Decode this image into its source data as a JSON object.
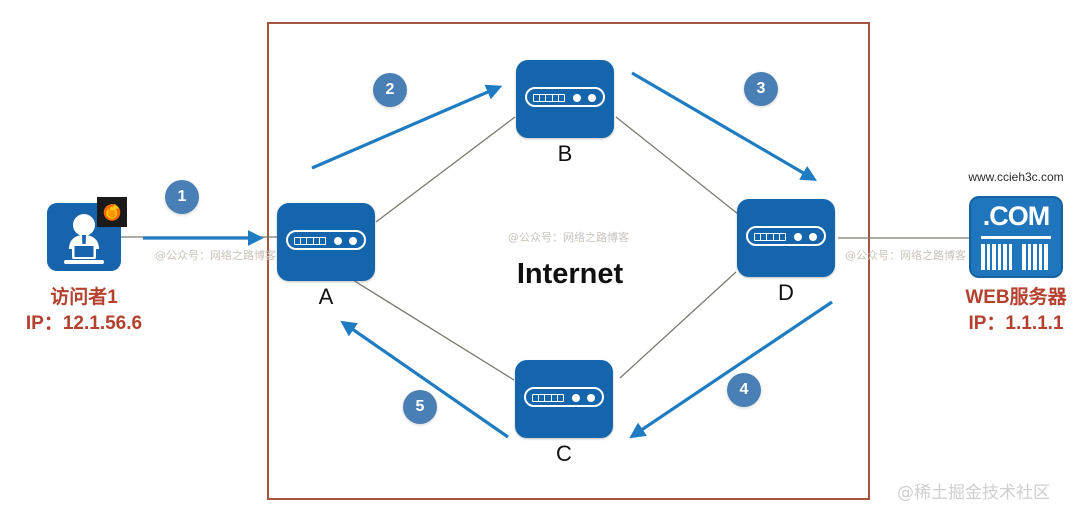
{
  "diagram": {
    "title": "Internet",
    "boundary_color": "#a4543f",
    "accent_blue": "#1f7cc2",
    "node_blue": "#1465ab",
    "badge_blue": "#4a7fb5",
    "label_red": "#b4402e",
    "link_gray": "#7a7a72"
  },
  "routers": [
    {
      "id": "A",
      "label": "A"
    },
    {
      "id": "B",
      "label": "B"
    },
    {
      "id": "C",
      "label": "C"
    },
    {
      "id": "D",
      "label": "D"
    }
  ],
  "steps": [
    {
      "number": "1",
      "from": "visitor",
      "to": "A"
    },
    {
      "number": "2",
      "from": "A",
      "to": "B"
    },
    {
      "number": "3",
      "from": "B",
      "to": "D"
    },
    {
      "number": "4",
      "from": "D",
      "to": "C"
    },
    {
      "number": "5",
      "from": "C",
      "to": "A"
    }
  ],
  "visitor": {
    "icon": "person-at-laptop-icon",
    "browser_icon": "firefox-icon",
    "name": "访问者1",
    "ip": "IP：12.1.56.6"
  },
  "server": {
    "url": "www.ccieh3c.com",
    "icon_text": ".COM",
    "name": "WEB服务器",
    "ip": "IP：1.1.1.1"
  },
  "watermarks": {
    "left": "@公众号：网络之路博客",
    "center": "@公众号：网络之路博客",
    "right": "@公众号：网络之路博客",
    "corner": "@稀土掘金技术社区"
  }
}
